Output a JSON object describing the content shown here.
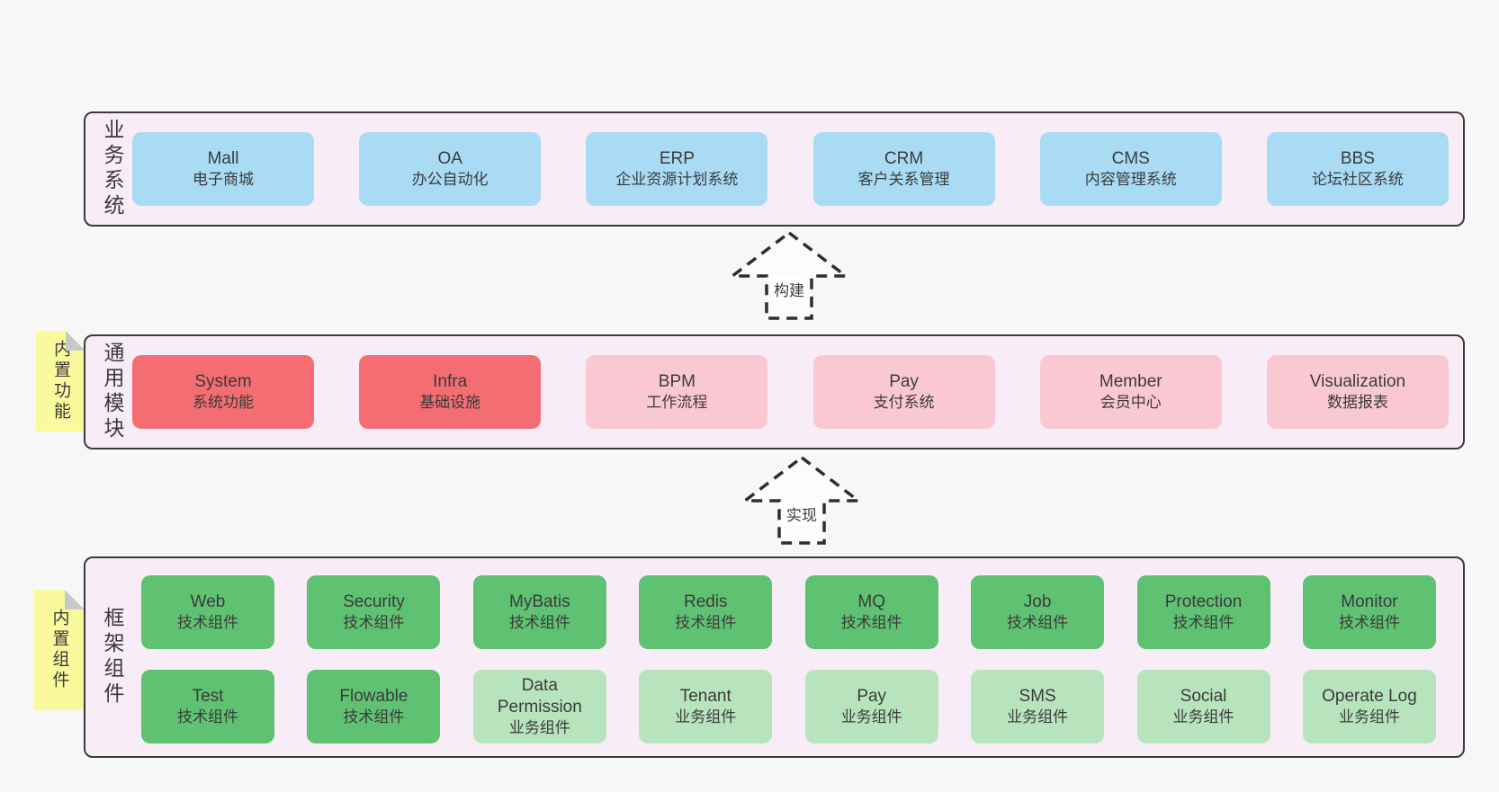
{
  "colors": {
    "background": "#f7f7f7",
    "panel_fill": "#f8edf6",
    "panel_border": "#3a3a3a",
    "blue_box": "#a9dbf5",
    "red_box": "#f46d72",
    "pink_box": "#fac8d2",
    "green_box": "#5fc272",
    "green_light_box": "#b8e4bd",
    "sticky_yellow": "#fafa9d",
    "fold_gray": "#c8c8c8",
    "text": "#3b3b3b"
  },
  "arrows": {
    "build": "构建",
    "implement": "实现"
  },
  "sections": {
    "business": {
      "label_vertical": "业务系统",
      "boxes": [
        {
          "name": "Mall",
          "sub": "电子商城"
        },
        {
          "name": "OA",
          "sub": "办公自动化"
        },
        {
          "name": "ERP",
          "sub": "企业资源计划系统"
        },
        {
          "name": "CRM",
          "sub": "客户关系管理"
        },
        {
          "name": "CMS",
          "sub": "内容管理系统"
        },
        {
          "name": "BBS",
          "sub": "论坛社区系统"
        }
      ]
    },
    "modules": {
      "label_vertical": "通用模块",
      "sticky": "内置功能",
      "boxes": [
        {
          "name": "System",
          "sub": "系统功能",
          "variant": "red"
        },
        {
          "name": "Infra",
          "sub": "基础设施",
          "variant": "red"
        },
        {
          "name": "BPM",
          "sub": "工作流程",
          "variant": "pink"
        },
        {
          "name": "Pay",
          "sub": "支付系统",
          "variant": "pink"
        },
        {
          "name": "Member",
          "sub": "会员中心",
          "variant": "pink"
        },
        {
          "name": "Visualization",
          "sub": "数据报表",
          "variant": "pink"
        }
      ]
    },
    "framework": {
      "label_vertical": "框架组件",
      "sticky": "内置组件",
      "row1": [
        {
          "name": "Web",
          "sub": "技术组件",
          "variant": "green"
        },
        {
          "name": "Security",
          "sub": "技术组件",
          "variant": "green"
        },
        {
          "name": "MyBatis",
          "sub": "技术组件",
          "variant": "green"
        },
        {
          "name": "Redis",
          "sub": "技术组件",
          "variant": "green"
        },
        {
          "name": "MQ",
          "sub": "技术组件",
          "variant": "green"
        },
        {
          "name": "Job",
          "sub": "技术组件",
          "variant": "green"
        },
        {
          "name": "Protection",
          "sub": "技术组件",
          "variant": "green"
        },
        {
          "name": "Monitor",
          "sub": "技术组件",
          "variant": "green"
        }
      ],
      "row2": [
        {
          "name": "Test",
          "sub": "技术组件",
          "variant": "green"
        },
        {
          "name": "Flowable",
          "sub": "技术组件",
          "variant": "green"
        },
        {
          "name": "Data Permission",
          "sub": "业务组件",
          "variant": "green-light"
        },
        {
          "name": "Tenant",
          "sub": "业务组件",
          "variant": "green-light"
        },
        {
          "name": "Pay",
          "sub": "业务组件",
          "variant": "green-light"
        },
        {
          "name": "SMS",
          "sub": "业务组件",
          "variant": "green-light"
        },
        {
          "name": "Social",
          "sub": "业务组件",
          "variant": "green-light"
        },
        {
          "name": "Operate Log",
          "sub": "业务组件",
          "variant": "green-light"
        }
      ]
    }
  }
}
